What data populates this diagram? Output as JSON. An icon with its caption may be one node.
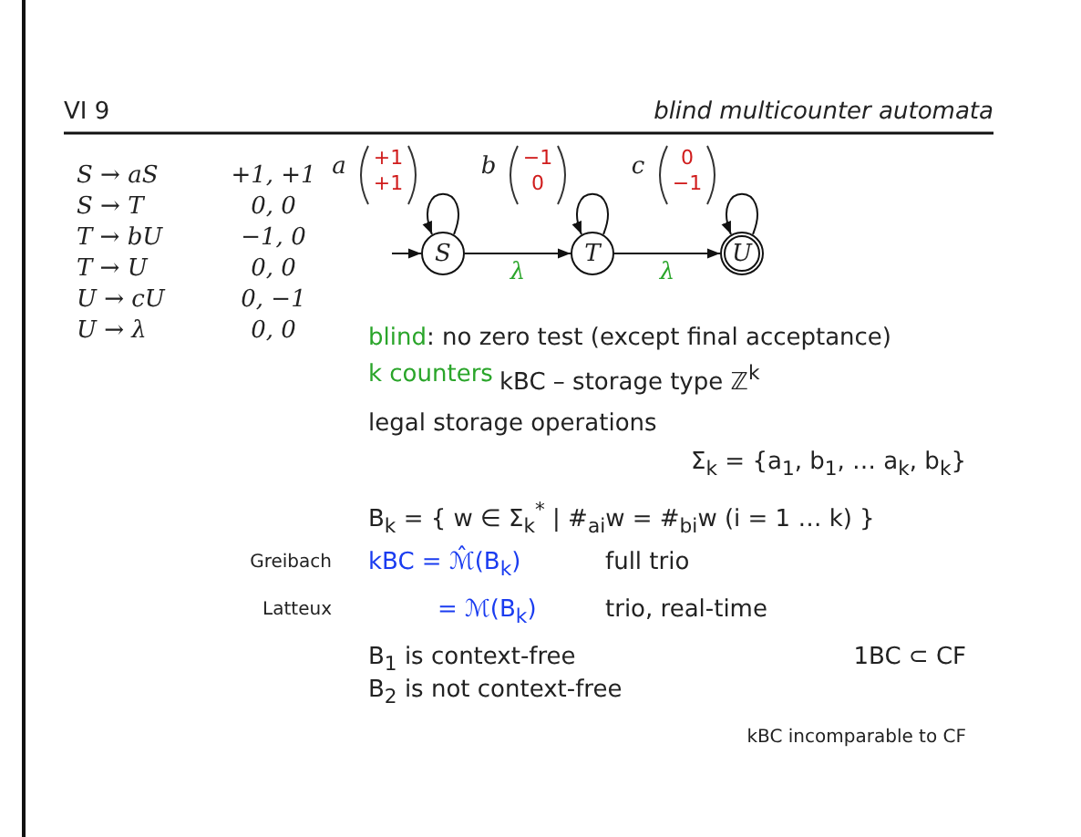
{
  "diagram": {
    "title": "blind multicounter automata",
    "nodes": [
      {
        "text": [
          "S"
        ]
      },
      {
        "text": [
          "T"
        ]
      },
      {
        "text": [
          "U"
        ]
      }
    ],
    "edges": [
      {
        "from": null,
        "to": 0,
        "arrow": "to"
      },
      {
        "from": 0,
        "to": 0,
        "arrow": "to",
        "label": "a"
      },
      {
        "from": 0,
        "to": 1,
        "arrow": "to",
        "label": "λ"
      },
      {
        "from": 1,
        "to": 1,
        "arrow": "to",
        "label": "b"
      },
      {
        "from": 1,
        "to": 2,
        "arrow": "to",
        "label": "λ"
      },
      {
        "from": 2,
        "to": 2,
        "arrow": "to",
        "label": "c"
      }
    ],
    "labels": [
      "VI 9",
      "S → aS",
      "+1, +1",
      "S → T",
      "0, 0",
      "T → bU",
      "−1, 0",
      "T → U",
      "0, 0",
      "U → cU",
      "0, −1",
      "U → λ",
      "0, 0",
      "+1",
      "+1",
      "−1",
      "0",
      "0",
      "−1",
      "blind",
      ": no zero test (except final acceptance)",
      "k counters",
      "kBC – storage type ℤ$^{k}$",
      "legal storage operations",
      "Σ$_{k}$ = {a$_{1}$, b$_{1}$, … a$_{k}$, b$_{k}$}",
      "B$_{k}$ = { w ∈ Σ$_{k}$$^{*}$ | #$_{ai}$w = #$_{bi}$w (i = 1 … k) }",
      "Greibach",
      "kBC = ℳ̂(B$_{k}$)",
      "full trio",
      "Latteux",
      "= ℳ(B$_{k}$)",
      "trio, real-time",
      "B$_{1}$ is context-free",
      "1BC ⊂ CF",
      "B$_{2}$ is not context-free",
      "kBC incomparable to CF"
    ]
  }
}
